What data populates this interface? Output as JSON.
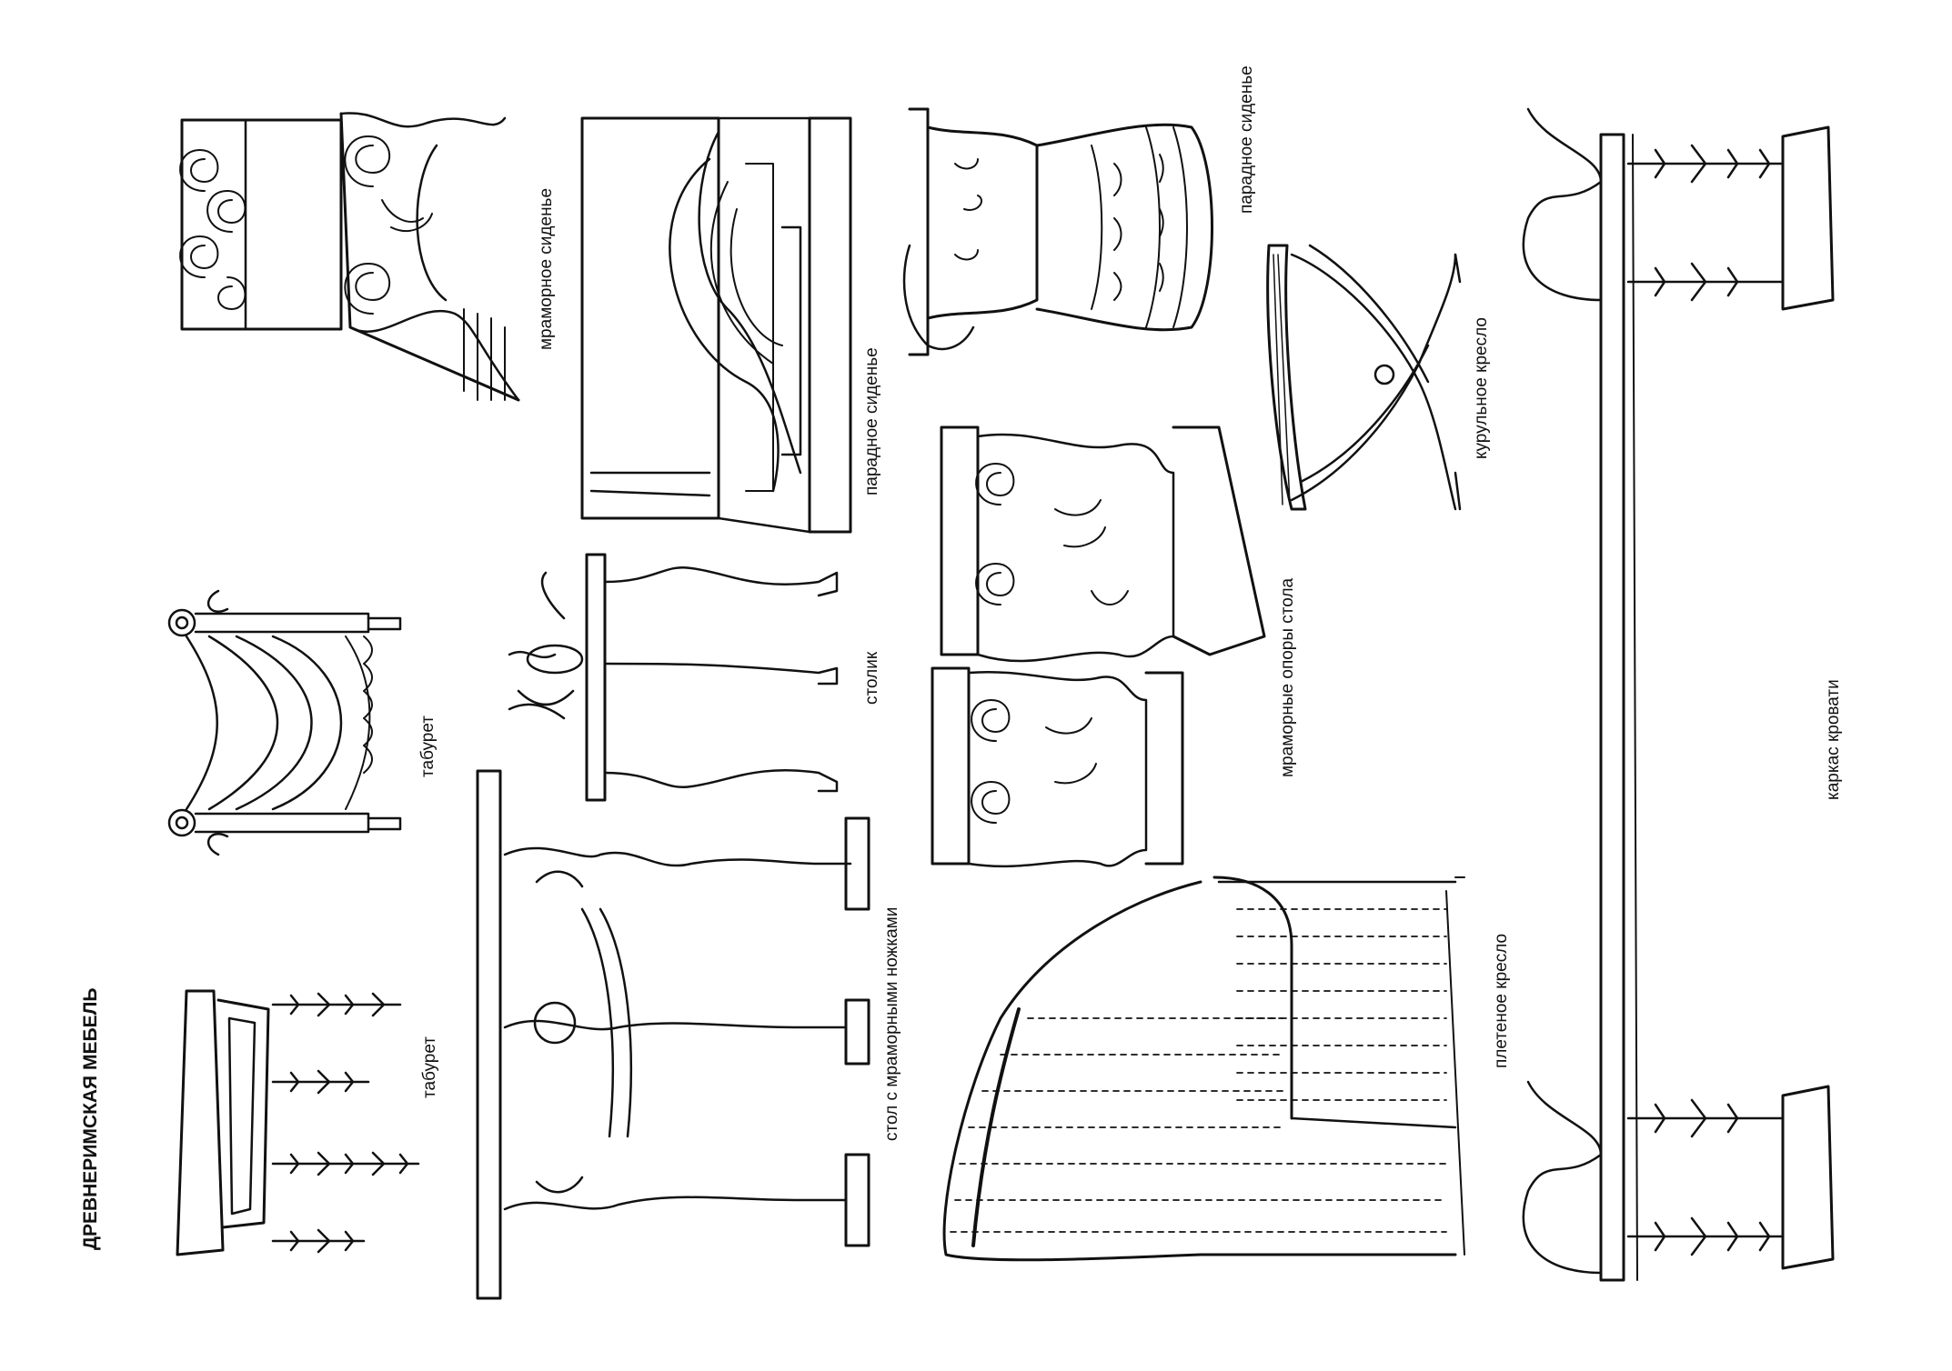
{
  "title": "ДРЕВНЕРИМСКАЯ МЕБЕЛЬ",
  "labels": {
    "marble_seat": "мраморное сиденье",
    "state_seat_1": "парадное сиденье",
    "state_seat_2": "парадное сиденье",
    "curule_chair": "курульное кресло",
    "stool_1": "табурет",
    "stool_2": "табурет",
    "small_table": "столик",
    "marble_table_supports": "мраморные опоры стола",
    "table_marble_legs": "стол с мраморными ножками",
    "wicker_chair": "плетеное кресло",
    "bed_frame": "каркас кровати"
  }
}
